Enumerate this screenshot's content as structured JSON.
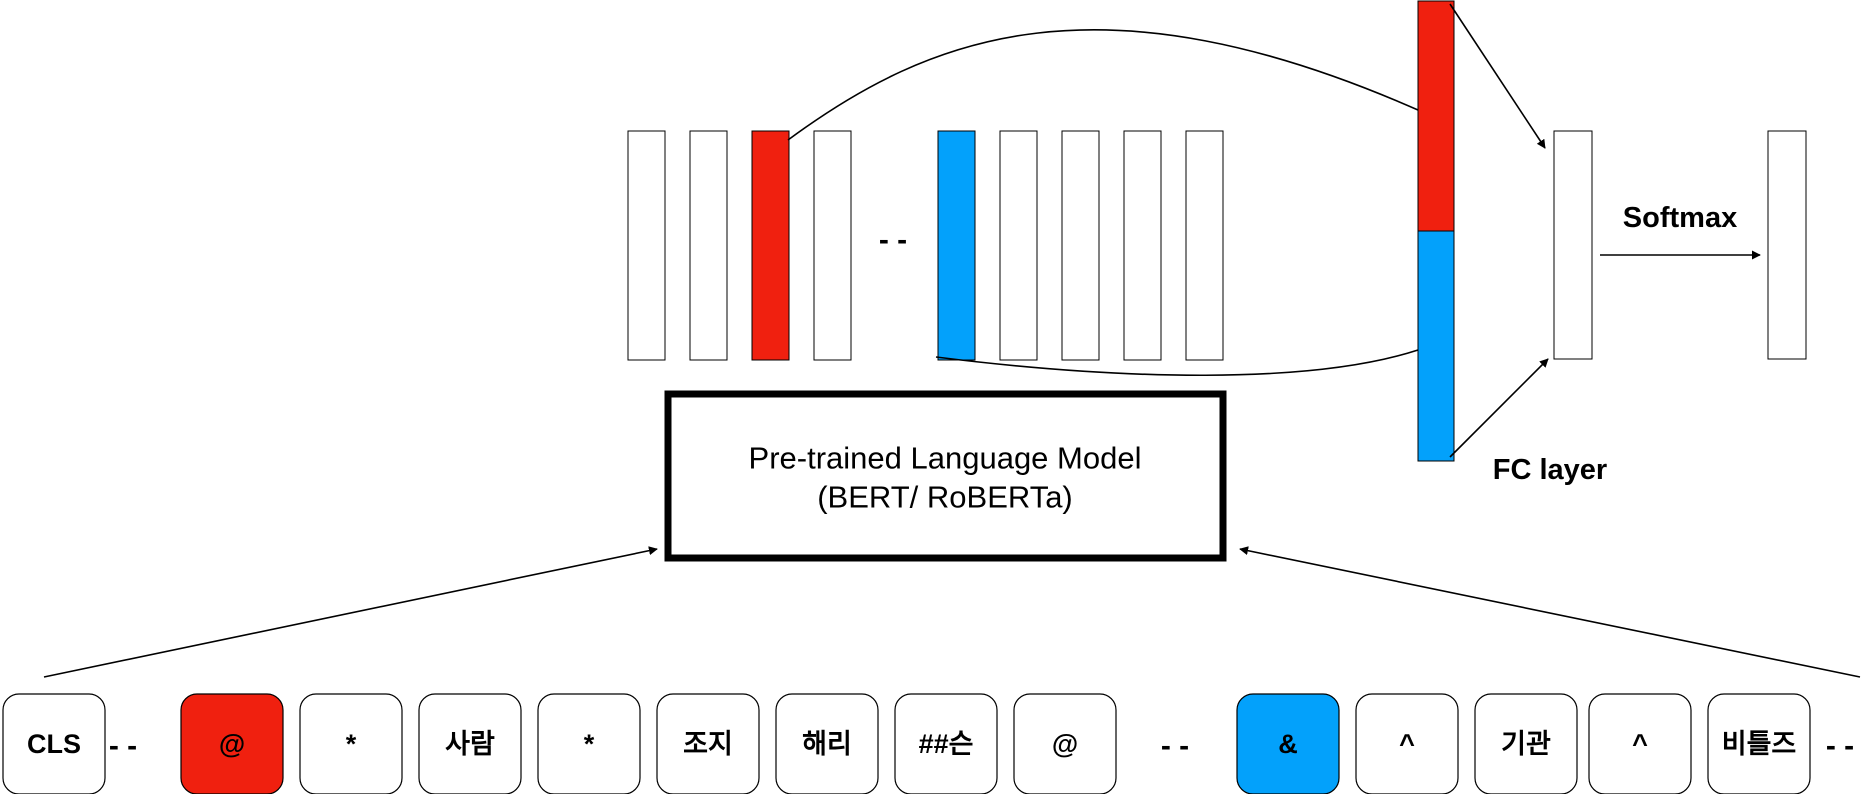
{
  "colors": {
    "entity_head": "#f0200f",
    "entity_tail": "#03a1fb",
    "neutral": "#ffffff",
    "stroke": "#000000"
  },
  "model": {
    "line1": "Pre-trained Language Model",
    "line2": "(BERT/ RoBERTa)"
  },
  "labels": {
    "fc_layer": "FC layer",
    "softmax": "Softmax"
  },
  "hidden_states": [
    {
      "kind": "vector",
      "color": "neutral"
    },
    {
      "kind": "vector",
      "color": "neutral"
    },
    {
      "kind": "vector",
      "color": "entity_head"
    },
    {
      "kind": "vector",
      "color": "neutral"
    },
    {
      "kind": "ellipsis",
      "text": "- -"
    },
    {
      "kind": "vector",
      "color": "entity_tail"
    },
    {
      "kind": "vector",
      "color": "neutral"
    },
    {
      "kind": "vector",
      "color": "neutral"
    },
    {
      "kind": "vector",
      "color": "neutral"
    },
    {
      "kind": "vector",
      "color": "neutral"
    }
  ],
  "concat_vector": {
    "top": "entity_head",
    "bottom": "entity_tail"
  },
  "tokens": [
    {
      "kind": "token",
      "text": "CLS",
      "color": "neutral"
    },
    {
      "kind": "ellipsis",
      "text": "- -"
    },
    {
      "kind": "token",
      "text": "@",
      "color": "entity_head"
    },
    {
      "kind": "token",
      "text": "*",
      "color": "neutral"
    },
    {
      "kind": "token",
      "text": "사람",
      "color": "neutral"
    },
    {
      "kind": "token",
      "text": "*",
      "color": "neutral"
    },
    {
      "kind": "token",
      "text": "조지",
      "color": "neutral"
    },
    {
      "kind": "token",
      "text": "해리",
      "color": "neutral"
    },
    {
      "kind": "token",
      "text": "##슨",
      "color": "neutral"
    },
    {
      "kind": "token",
      "text": "@",
      "color": "neutral"
    },
    {
      "kind": "ellipsis",
      "text": "- -"
    },
    {
      "kind": "token",
      "text": "&",
      "color": "entity_tail"
    },
    {
      "kind": "token",
      "text": "^",
      "color": "neutral"
    },
    {
      "kind": "token",
      "text": "기관",
      "color": "neutral"
    },
    {
      "kind": "token",
      "text": "^",
      "color": "neutral"
    },
    {
      "kind": "token",
      "text": "비틀즈",
      "color": "neutral"
    },
    {
      "kind": "ellipsis",
      "text": "- -"
    }
  ]
}
